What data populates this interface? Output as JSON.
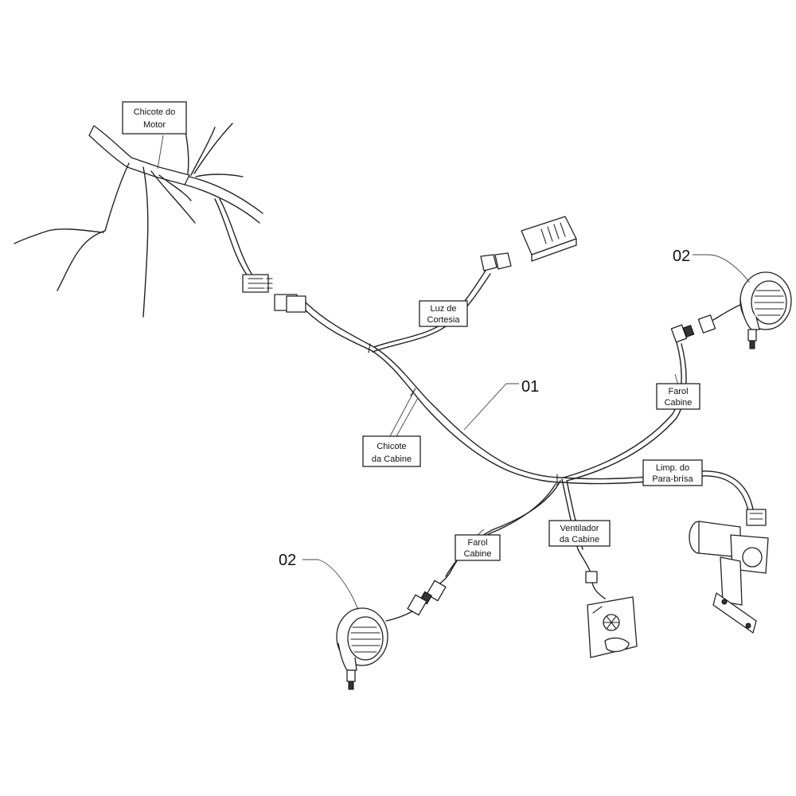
{
  "labels": {
    "chicote_motor": [
      "Chicote do",
      "Motor"
    ],
    "luz_cortesia": [
      "Luz de",
      "Cortesia"
    ],
    "chicote_cabine": [
      "Chicote",
      "da Cabine"
    ],
    "farol_cabine_right": [
      "Farol",
      "Cabine"
    ],
    "farol_cabine_left": [
      "Farol",
      "Cabine"
    ],
    "limp_parabrisa": [
      "Limp. do",
      "Para-brísa"
    ],
    "ventilador_cabine": [
      "Ventilador",
      "da Cabine"
    ]
  },
  "part_numbers": {
    "harness": "01",
    "lamp_right": "02",
    "lamp_left": "02"
  }
}
